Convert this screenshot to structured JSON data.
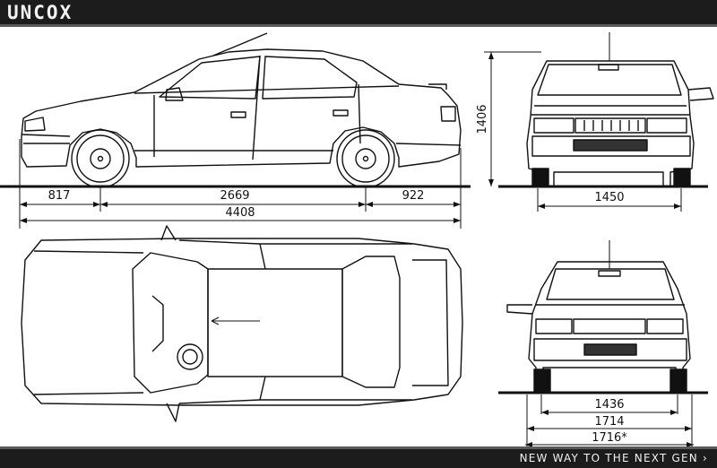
{
  "header": {
    "logo_text": "UNCOX"
  },
  "footer": {
    "tagline": "NEW WAY TO THE NEXT GEN",
    "chevron": "›"
  },
  "dimensions": {
    "front_overhang": "817",
    "wheelbase": "2669",
    "rear_overhang": "922",
    "overall_length": "4408",
    "height": "1406",
    "front_track": "1450",
    "rear_track": "1436",
    "width": "1714",
    "width_with_mirrors": "1716*"
  },
  "icons": {
    "footer_arrow": "chevron-right-icon"
  }
}
